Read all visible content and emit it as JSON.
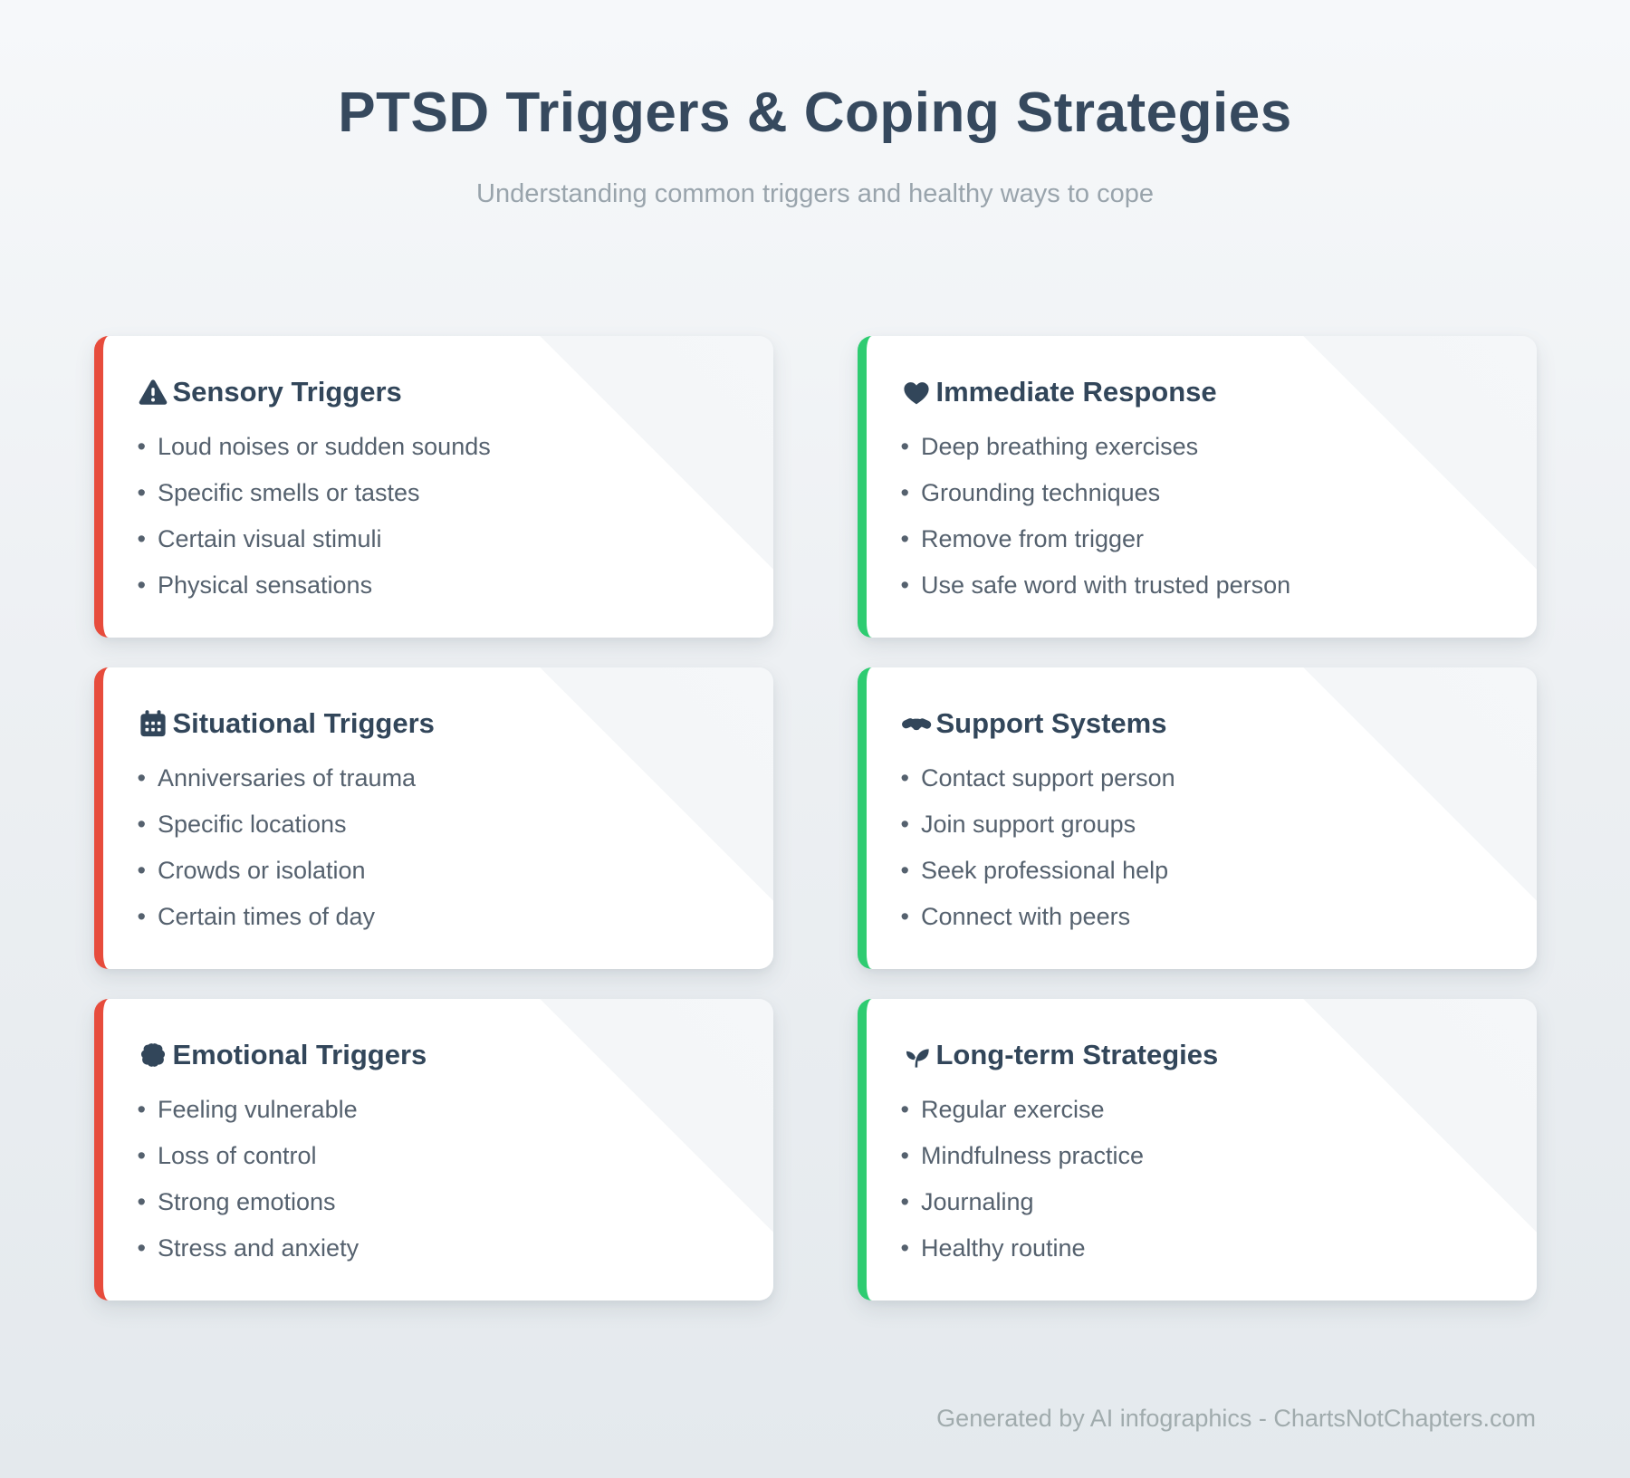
{
  "page": {
    "title": "PTSD Triggers & Coping Strategies",
    "subtitle": "Understanding common triggers and healthy ways to cope",
    "footer": "Generated by AI infographics - ChartsNotChapters.com"
  },
  "colors": {
    "trigger_accent": "#e74c3c",
    "coping_accent": "#2ecc71",
    "heading": "#36495e",
    "body_text": "#55616e"
  },
  "cards": [
    {
      "type": "trigger",
      "icon": "warning-icon",
      "title": "Sensory Triggers",
      "items": [
        "Loud noises or sudden sounds",
        "Specific smells or tastes",
        "Certain visual stimuli",
        "Physical sensations"
      ]
    },
    {
      "type": "coping",
      "icon": "heart-icon",
      "title": "Immediate Response",
      "items": [
        "Deep breathing exercises",
        "Grounding techniques",
        "Remove from trigger",
        "Use safe word with trusted person"
      ]
    },
    {
      "type": "trigger",
      "icon": "calendar-icon",
      "title": "Situational Triggers",
      "items": [
        "Anniversaries of trauma",
        "Specific locations",
        "Crowds or isolation",
        "Certain times of day"
      ]
    },
    {
      "type": "coping",
      "icon": "handshake-icon",
      "title": "Support Systems",
      "items": [
        "Contact support person",
        "Join support groups",
        "Seek professional help",
        "Connect with peers"
      ]
    },
    {
      "type": "trigger",
      "icon": "brain-icon",
      "title": "Emotional Triggers",
      "items": [
        "Feeling vulnerable",
        "Loss of control",
        "Strong emotions",
        "Stress and anxiety"
      ]
    },
    {
      "type": "coping",
      "icon": "seedling-icon",
      "title": "Long-term Strategies",
      "items": [
        "Regular exercise",
        "Mindfulness practice",
        "Journaling",
        "Healthy routine"
      ]
    }
  ]
}
